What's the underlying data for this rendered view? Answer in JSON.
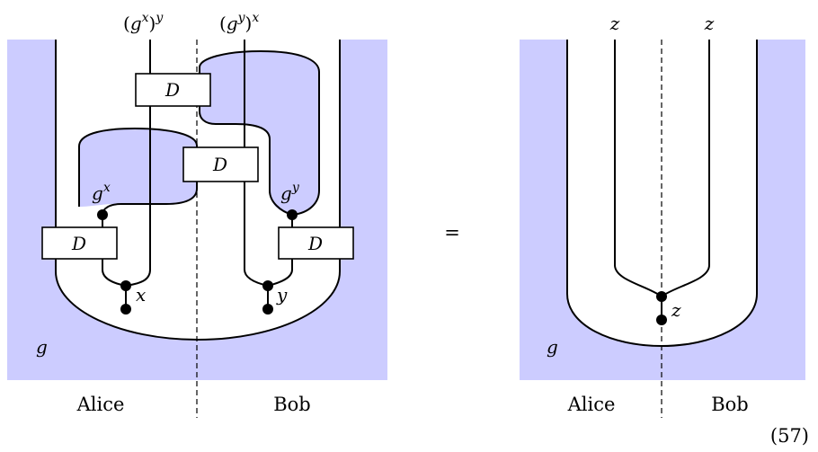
{
  "left_diagram": {
    "top_labels": [
      {
        "base": "g",
        "inner_sup": "x",
        "outer_sup": "y"
      },
      {
        "base": "g",
        "inner_sup": "y",
        "outer_sup": "x"
      }
    ],
    "boxes": [
      "D",
      "D",
      "D",
      "D"
    ],
    "inner_labels": [
      {
        "base": "g",
        "sup": "x"
      },
      {
        "base": "g",
        "sup": "y"
      }
    ],
    "point_labels": [
      "x",
      "y"
    ],
    "region_label": "g",
    "party_labels": [
      "Alice",
      "Bob"
    ]
  },
  "equals": "=",
  "right_diagram": {
    "top_labels": [
      "z",
      "z"
    ],
    "point_label": "z",
    "region_label": "g",
    "party_labels": [
      "Alice",
      "Bob"
    ]
  },
  "equation_number": "(57)",
  "colors": {
    "shade": "#ccccff",
    "line": "#000000"
  }
}
